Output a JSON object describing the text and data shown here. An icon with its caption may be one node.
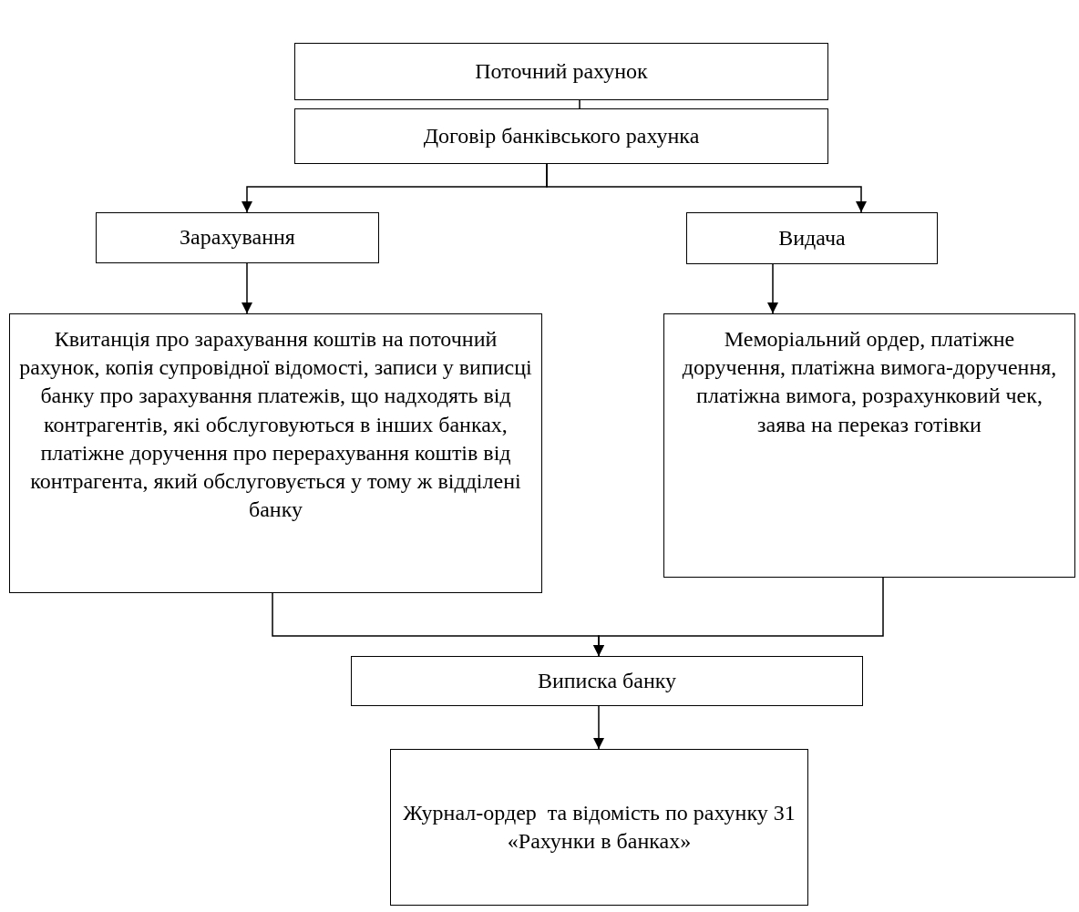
{
  "diagram": {
    "nodes": [
      {
        "text": [
          "Поточний рахунок"
        ]
      },
      {
        "text": [
          "Договір банківського рахунка"
        ]
      },
      {
        "text": [
          "Зарахування"
        ]
      },
      {
        "text": [
          "Видача"
        ]
      },
      {
        "text": [
          "Квитанція про зарахування коштів на поточний рахунок, копія супровідної відомості, записи у виписці банку про зарахування платежів, що надходять від контрагентів, які обслуговуються в інших банках, платіжне доручення про перерахування коштів від контрагента, який обслуговується у тому ж відділені банку"
        ]
      },
      {
        "text": [
          "Меморіальний ордер, платіжне доручення, платіжна вимога-доручення, платіжна вимога, розрахунковий чек, заява на переказ готівки"
        ]
      },
      {
        "text": [
          "Виписка банку"
        ]
      },
      {
        "text": [
          "Журнал-ордер  та відомість по рахунку 31 «Рахунки в банках»"
        ]
      }
    ],
    "edges": [
      {
        "from": 0,
        "to": 1,
        "arrow": "none"
      },
      {
        "from": 1,
        "to": 2,
        "arrow": "to"
      },
      {
        "from": 1,
        "to": 3,
        "arrow": "to"
      },
      {
        "from": 2,
        "to": 4,
        "arrow": "to"
      },
      {
        "from": 3,
        "to": 5,
        "arrow": "to"
      },
      {
        "from": 4,
        "to": 6,
        "arrow": "to"
      },
      {
        "from": 5,
        "to": 6,
        "arrow": "to"
      },
      {
        "from": 6,
        "to": 7,
        "arrow": "to"
      }
    ]
  }
}
